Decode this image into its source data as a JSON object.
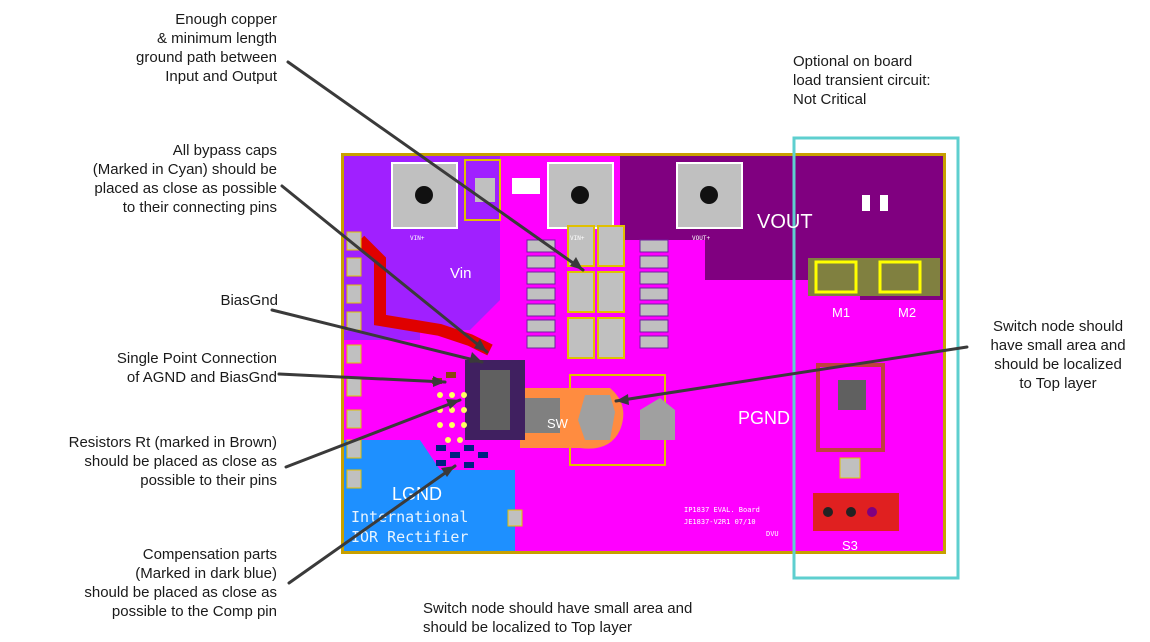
{
  "annotations": {
    "copper": "Enough copper\n& minimum length\nground path between\nInput and Output",
    "bypass": "All bypass caps\n(Marked in Cyan) should be\nplaced as close as possible\nto their connecting pins",
    "biasgnd": "BiasGnd",
    "single_point": "Single Point Connection\nof AGND and BiasGnd",
    "resistors": "Resistors Rt (marked in Brown)\nshould be placed as close as\npossible to their pins",
    "compensation": "Compensation parts\n(Marked in dark blue)\nshould be placed as close as\npossible to the Comp pin",
    "optional_load": "Optional on board\nload transient circuit:\nNot Critical",
    "switch_node_right": "Switch node should\nhave small area and\nshould be localized\nto Top layer",
    "switch_node_bottom": "Switch node should have small area and\nshould be localized to Top layer"
  },
  "board": {
    "vin": "Vin",
    "vout": "VOUT",
    "pgnd": "PGND",
    "lgnd": "LGND",
    "sw": "SW",
    "m1": "M1",
    "m2": "M2",
    "s3": "S3",
    "logo_line1": "International",
    "logo_line2": "IOR Rectifier",
    "board_id_line1": "IP1837 EVAL. Board",
    "board_id_line2": "JE1837-V2R1 07/10",
    "board_id_line3": "DVU",
    "vin_plus_1": "VIN+",
    "vin_plus_2": "VIN+",
    "vout_plus": "VOUT+"
  },
  "colors": {
    "board_magenta": "#ff00ff",
    "vin_purple": "#a020ff",
    "vout_purple": "#800080",
    "lgnd_blue": "#1e90ff",
    "bypass_cyan": "#5ecfcf",
    "pcb_outline": "#c8a000"
  }
}
